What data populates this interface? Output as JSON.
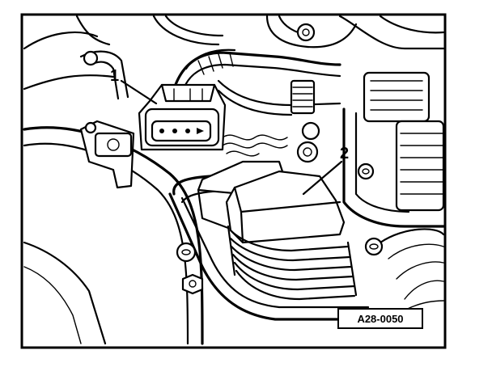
{
  "figure": {
    "callouts": [
      {
        "id": "1",
        "text": "1"
      },
      {
        "id": "2",
        "text": "2"
      }
    ],
    "reference_code": "A28-0050"
  }
}
